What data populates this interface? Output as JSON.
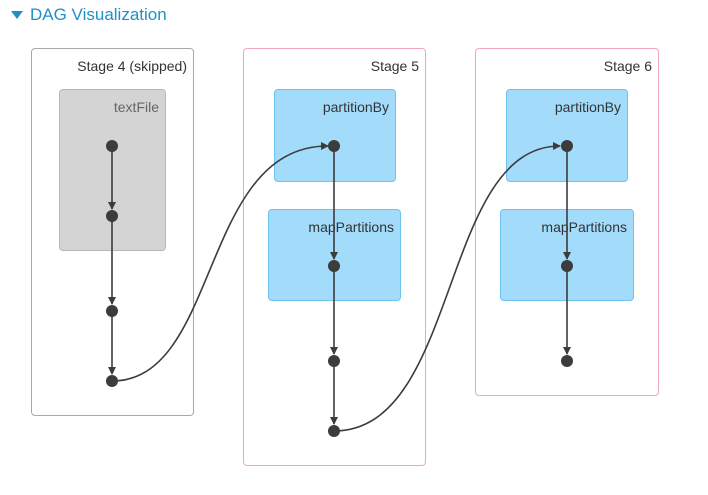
{
  "header": {
    "title": "DAG Visualization",
    "expanded": true,
    "icon": "caret-down-icon"
  },
  "stages": [
    {
      "id": 4,
      "label": "Stage 4 (skipped)",
      "skipped": true,
      "operations": [
        {
          "label": "textFile"
        }
      ]
    },
    {
      "id": 5,
      "label": "Stage 5",
      "skipped": false,
      "operations": [
        {
          "label": "partitionBy"
        },
        {
          "label": "mapPartitions"
        }
      ]
    },
    {
      "id": 6,
      "label": "Stage 6",
      "skipped": false,
      "operations": [
        {
          "label": "partitionBy"
        },
        {
          "label": "mapPartitions"
        }
      ]
    }
  ],
  "colors": {
    "header": "#1e90c8",
    "skipped_border": "#a8a8a8",
    "stage_border": "#f0a8b8",
    "op_fill": "#a3dcfb",
    "op_border": "#6cc3f0",
    "skipped_op_fill": "#d4d4d4",
    "node": "#3c3c3c"
  }
}
